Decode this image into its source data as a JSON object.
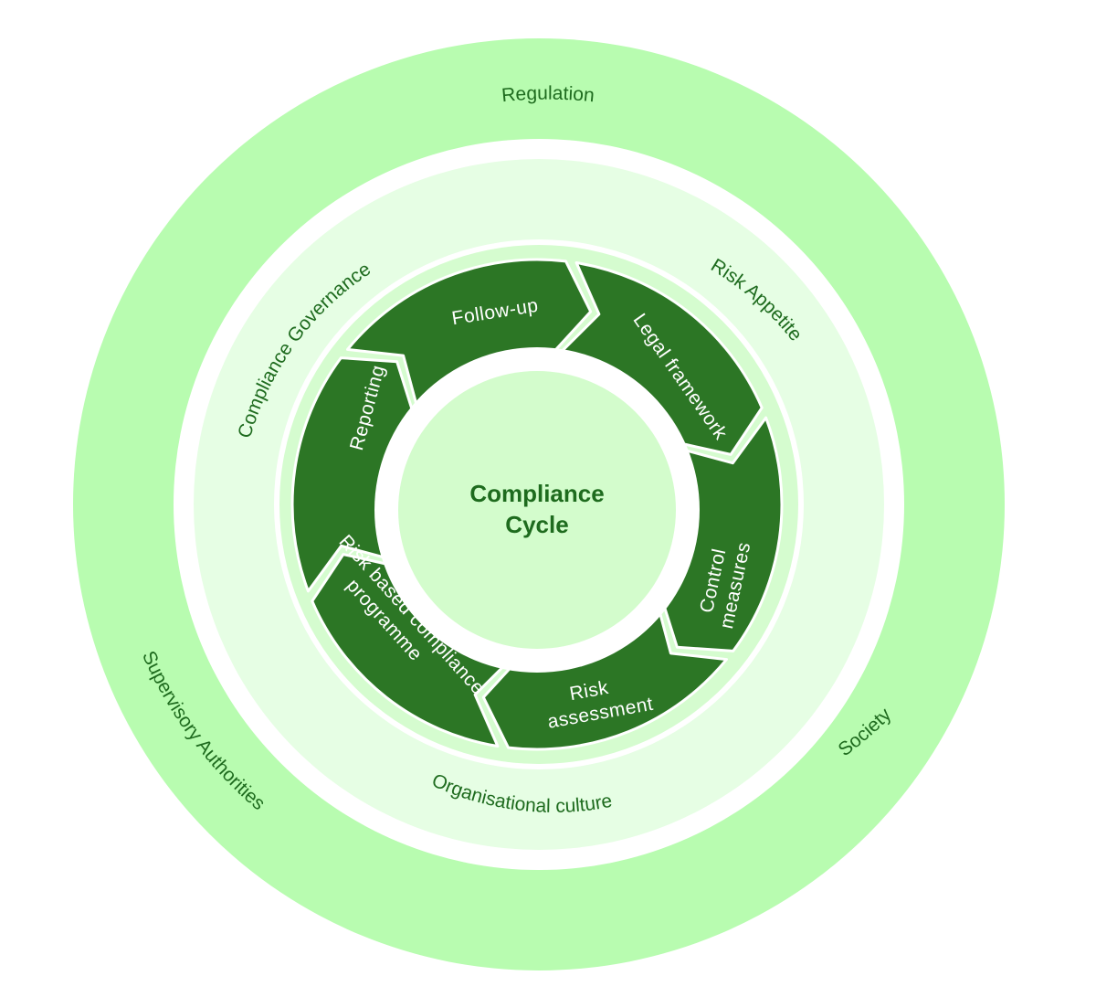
{
  "colors": {
    "outer_ring": "#b8fcb0",
    "middle_ring": "#e6fee4",
    "inner_band": "#d5fccf",
    "segment": "#2c7625",
    "center_disc": "#d3fccc",
    "label_text": "#1e6b1e",
    "segment_text": "#ffffff"
  },
  "outer_ring": {
    "regulation": "Regulation",
    "supervisory_authorities": "Supervisory Authorities",
    "society": "Society"
  },
  "middle_ring": {
    "compliance_governance": "Compliance Governance",
    "risk_appetite": "Risk Appetite",
    "organisational_culture": "Organisational culture"
  },
  "cycle": {
    "title_line1": "Compliance",
    "title_line2": "Cycle",
    "steps": [
      {
        "id": "legal-framework",
        "lines": [
          "Legal framework"
        ]
      },
      {
        "id": "control-measures",
        "lines": [
          "Control",
          "measures"
        ]
      },
      {
        "id": "risk-assessment",
        "lines": [
          "Risk",
          "assessment"
        ]
      },
      {
        "id": "risk-based-compliance-programme",
        "lines": [
          "Risk based compliance",
          "programme"
        ]
      },
      {
        "id": "reporting",
        "lines": [
          "Reporting"
        ]
      },
      {
        "id": "follow-up",
        "lines": [
          "Follow-up"
        ]
      }
    ]
  }
}
